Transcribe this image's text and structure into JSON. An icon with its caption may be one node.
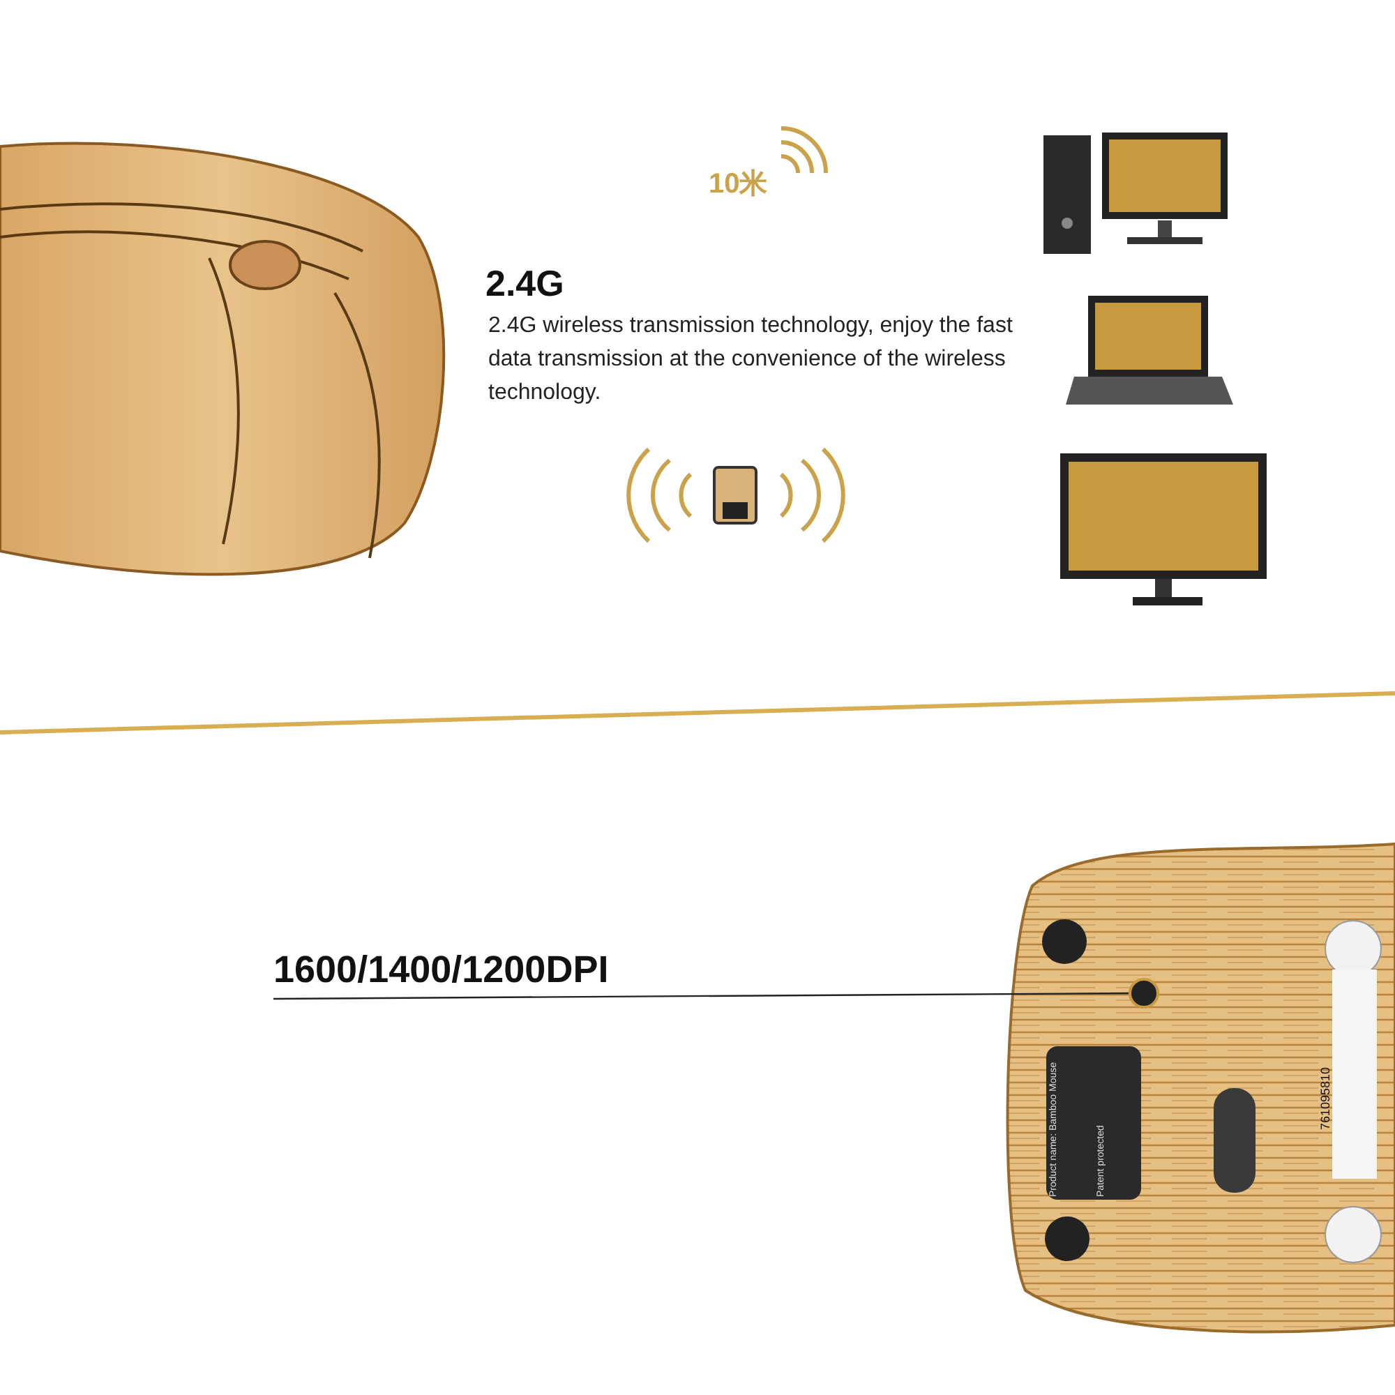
{
  "diagram": {
    "nodes": [
      {
        "text": [
          "1600/1400/1200DPI"
        ]
      },
      {
        "text": [],
        "shape": "circle"
      }
    ],
    "edges": [
      {
        "from": 0,
        "to": 1,
        "arrow": "none"
      }
    ],
    "labels": [
      "10米",
      "2.4G",
      "2.4G wireless transmission technology, enjoy the fast data transmission at the convenience of the wireless technology.",
      "Product name: Bamboo Mouse",
      "Patent protected",
      "761095810"
    ]
  }
}
